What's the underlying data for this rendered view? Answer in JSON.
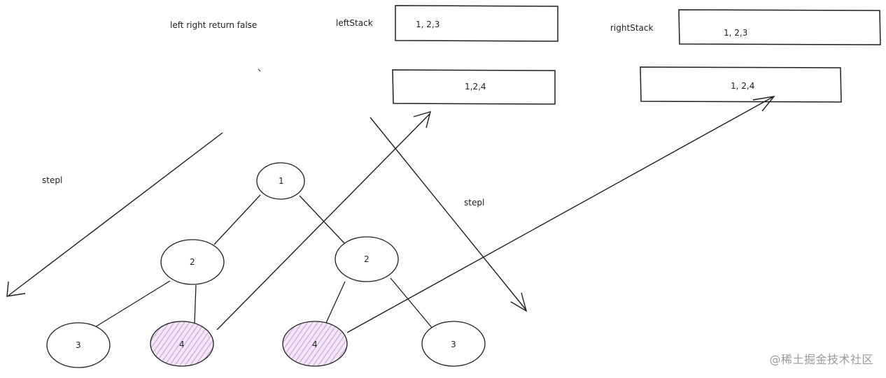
{
  "labels": {
    "note": "left right  return false",
    "left_stack": "leftStack",
    "right_stack": "rightStack",
    "step_left": "stepl",
    "step_right": "stepl"
  },
  "stacks": {
    "left_top": "1, 2,3",
    "left_bottom": "1,2,4",
    "right_top": "1, 2,3",
    "right_bottom": "1, 2,4"
  },
  "tree": {
    "root": "1",
    "left_child": "2",
    "right_child": "2",
    "left_left": "3",
    "left_right": "4",
    "right_left": "4",
    "right_right": "3"
  },
  "colors": {
    "stroke": "#1e1e1e",
    "highlight": "#c9a3d9"
  },
  "watermark": "@稀土掘金技术社区"
}
